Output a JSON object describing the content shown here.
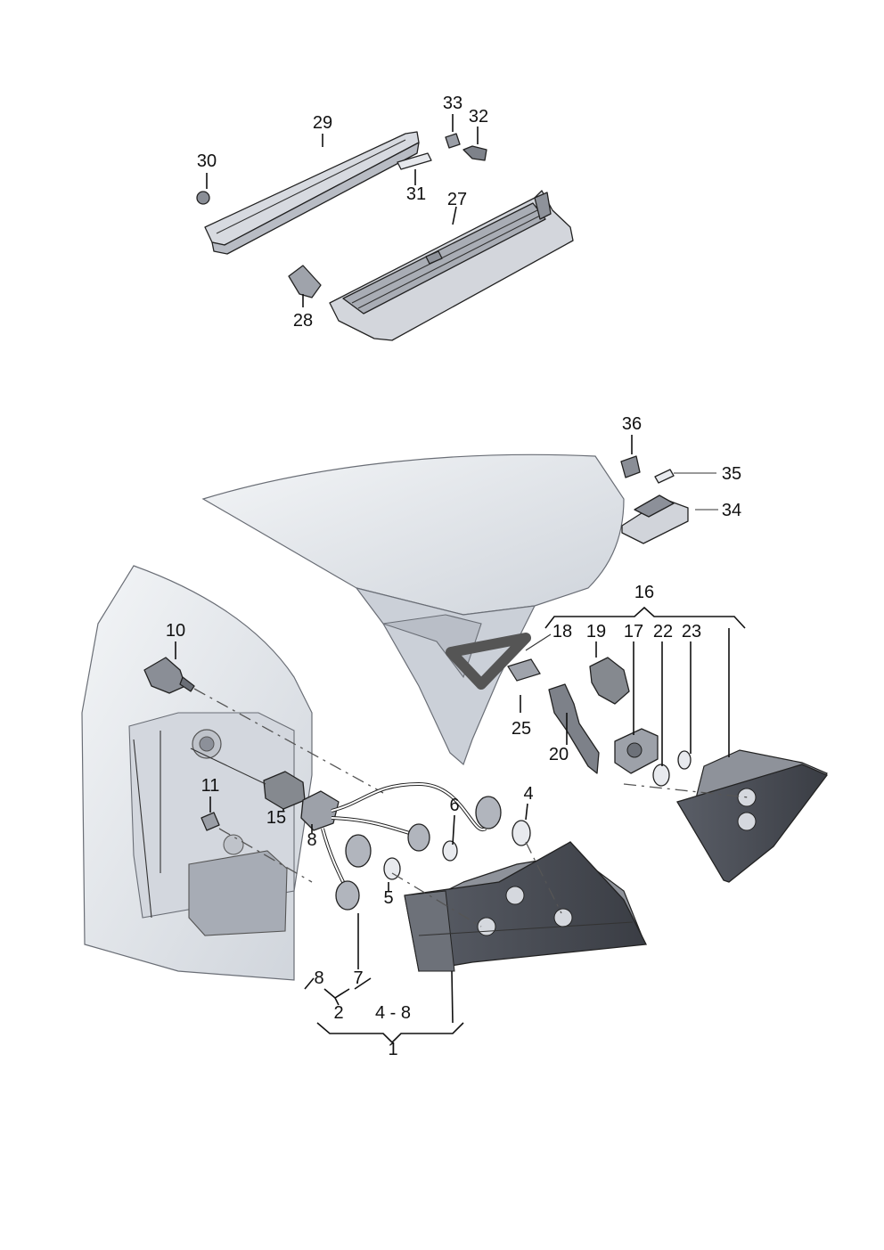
{
  "callouts": [
    {
      "id": "c29",
      "text": "29"
    },
    {
      "id": "c30",
      "text": "30"
    },
    {
      "id": "c33",
      "text": "33"
    },
    {
      "id": "c32",
      "text": "32"
    },
    {
      "id": "c31",
      "text": "31"
    },
    {
      "id": "c27",
      "text": "27"
    },
    {
      "id": "c28",
      "text": "28"
    },
    {
      "id": "c36",
      "text": "36"
    },
    {
      "id": "c35",
      "text": "35"
    },
    {
      "id": "c34",
      "text": "34"
    },
    {
      "id": "c16",
      "text": "16"
    },
    {
      "id": "c10",
      "text": "10"
    },
    {
      "id": "c18",
      "text": "18"
    },
    {
      "id": "c19",
      "text": "19"
    },
    {
      "id": "c17",
      "text": "17"
    },
    {
      "id": "c22",
      "text": "22"
    },
    {
      "id": "c23",
      "text": "23"
    },
    {
      "id": "c25",
      "text": "25"
    },
    {
      "id": "c20",
      "text": "20"
    },
    {
      "id": "c11",
      "text": "11"
    },
    {
      "id": "c15",
      "text": "15"
    },
    {
      "id": "c6",
      "text": "6"
    },
    {
      "id": "c4",
      "text": "4"
    },
    {
      "id": "c8",
      "text": "8"
    },
    {
      "id": "c5",
      "text": "5"
    },
    {
      "id": "c8b",
      "text": "8"
    },
    {
      "id": "c7",
      "text": "7"
    },
    {
      "id": "c2",
      "text": "2"
    },
    {
      "id": "c4to8",
      "text": "4 - 8"
    },
    {
      "id": "c1",
      "text": "1"
    }
  ],
  "colors": {
    "body_shade": "#d9dde3",
    "body_light": "#eef0f3",
    "lens_dark": "#4a4d55",
    "lens_mid": "#6b6f78",
    "part_grey": "#c7cbd2",
    "part_dark": "#8c9099"
  }
}
